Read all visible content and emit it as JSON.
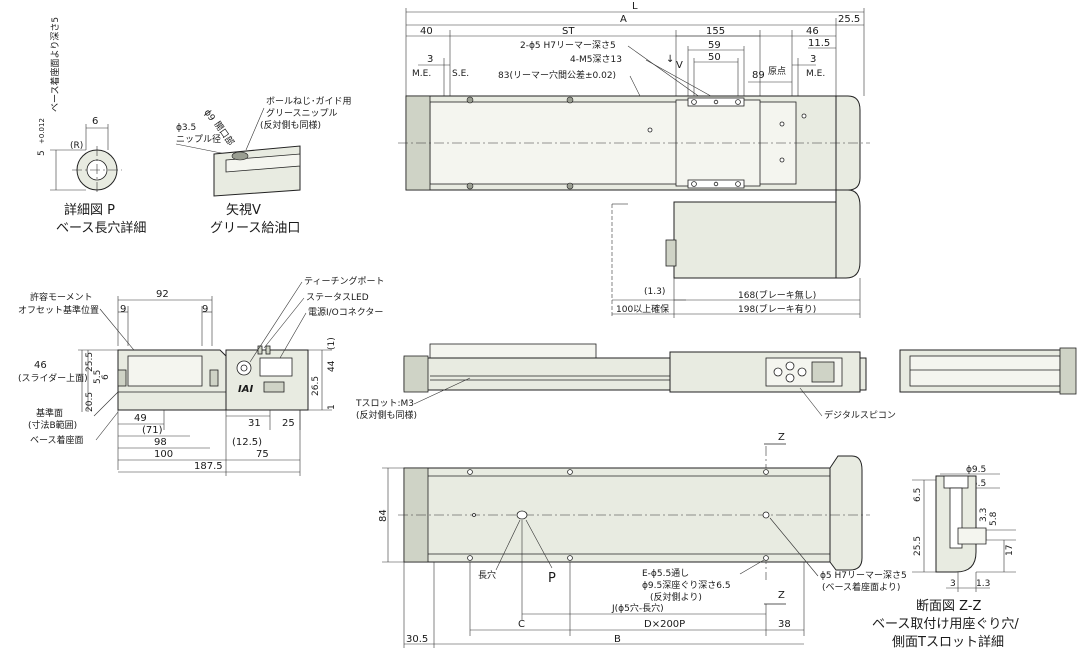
{
  "top_view": {
    "dim_L": "L",
    "dim_A": "A",
    "dim_25_5": "25.5",
    "dim_40": "40",
    "dim_ST": "ST",
    "dim_155": "155",
    "dim_46": "46",
    "dim_11_5": "11.5",
    "dim_59": "59",
    "dim_50": "50",
    "dim_3_left": "3",
    "dim_3_right": "3",
    "note_reamer": "2-ϕ5 H7リーマー深さ5",
    "note_m5": "4-M5深さ13",
    "note_pitch": "83(リーマー穴間公差±0.02)",
    "note_V": "V",
    "dim_89": "89",
    "label_origin": "原点",
    "label_me_left": "M.E.",
    "label_se": "S.E.",
    "label_me_right": "M.E.",
    "dim_1_3": "(1.3)",
    "note_clearance": "100以上確保",
    "note_168": "168(ブレーキ無し)",
    "note_198": "198(ブレーキ有り)"
  },
  "detail_p": {
    "dim_5": "5",
    "tol": "+0.012\n0",
    "dim_6": "6",
    "label_R": "(R)",
    "note_depth": "ベース着座面より深さ5",
    "caption_1": "詳細図 P",
    "caption_2": "ベース長穴詳細"
  },
  "view_v": {
    "note_grease1": "ボールねじ･ガイド用",
    "note_grease2": "グリースニップル",
    "note_grease3": "(反対側も同様)",
    "dim_phi9": "ϕ9",
    "label_opening": "開口部",
    "dim_phi35": "ϕ3.5",
    "label_nipple": "ニップル径",
    "caption_1": "矢視V",
    "caption_2": "グリース給油口"
  },
  "end_view": {
    "label_offset1": "許容モーメント",
    "label_offset2": "オフセット基準位置",
    "dim_92": "92",
    "dim_9_left": "9",
    "dim_9_right": "9",
    "dim_46": "46",
    "label_slider": "(スライダー上面)",
    "dim_25_5": "25.5",
    "dim_5_5": "5.5",
    "dim_6": "6",
    "dim_20_5": "20.5",
    "label_ref1": "基準面",
    "label_ref2": "(寸法B範囲)",
    "label_base": "ベース着座面",
    "dim_49": "49",
    "dim_71": "(71)",
    "dim_98": "98",
    "dim_100": "100",
    "dim_187_5": "187.5",
    "dim_12_5": "(12.5)",
    "dim_75": "75",
    "dim_31": "31",
    "dim_25": "25",
    "dim_26_5": "26.5",
    "dim_44": "44",
    "dim_1_top": "(1)",
    "dim_1_bottom": "1",
    "label_teaching": "ティーチングポート",
    "label_status": "ステータスLED",
    "label_power": "電源I/Oコネクター",
    "logo_text": "IAI"
  },
  "side_view": {
    "label_tslot1": "Tスロット:M3",
    "label_tslot2": "(反対側も同様)",
    "label_pcon": "デジタルスピコン"
  },
  "bottom_view": {
    "label_Z_top": "Z",
    "label_Z_bottom": "Z",
    "dim_84": "84",
    "label_long_hole": "長穴",
    "label_P": "P",
    "note_e1": "E-ϕ5.5通し",
    "note_e2": "ϕ9.5深座ぐり深さ6.5",
    "note_e3": "(反対側より)",
    "note_h7_1": "ϕ5 H7リーマー深さ5",
    "note_h7_2": "(ベース着座面より)",
    "dim_J": "J(ϕ5穴-長穴)",
    "dim_C": "C",
    "dim_D": "D×200P",
    "dim_38": "38",
    "dim_30_5": "30.5",
    "dim_B": "B"
  },
  "section_zz": {
    "dim_phi95": "ϕ9.5",
    "dim_phi55": "ϕ5.5",
    "dim_6_5": "6.5",
    "dim_3_3": "3.3",
    "dim_5_8": "5.8",
    "dim_25_5": "25.5",
    "dim_17": "17",
    "dim_3": "3",
    "dim_1_3": "1.3",
    "caption_1": "断面図 Z-Z",
    "caption_2": "ベース取付け用座ぐり穴/",
    "caption_3": "側面Tスロット詳細"
  }
}
